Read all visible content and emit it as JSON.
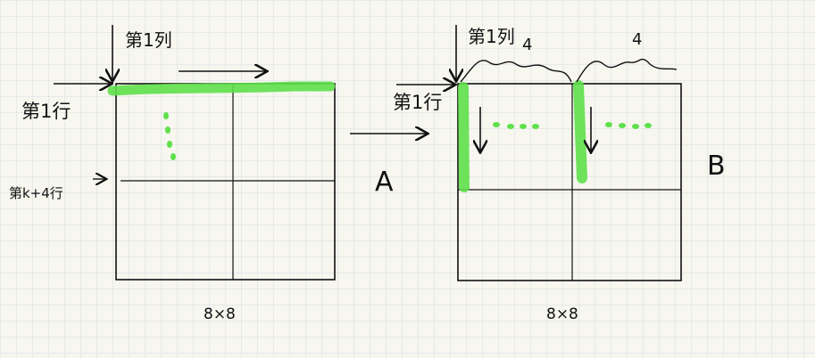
{
  "colors": {
    "background": "#f7f6ef",
    "grid": "#d7dde6",
    "ink": "#111111",
    "highlight": "#5ee04a"
  },
  "left_panel": {
    "top_column_label": "第1列",
    "row_label_1": "第1行",
    "row_label_2": "第k+4行",
    "caption": "8×8"
  },
  "middle": {
    "label": "A"
  },
  "right_panel": {
    "top_column_label": "第1列",
    "row_label": "第1行",
    "brace_label_1": "4",
    "brace_label_2": "4",
    "caption": "8×8",
    "label": "B"
  }
}
